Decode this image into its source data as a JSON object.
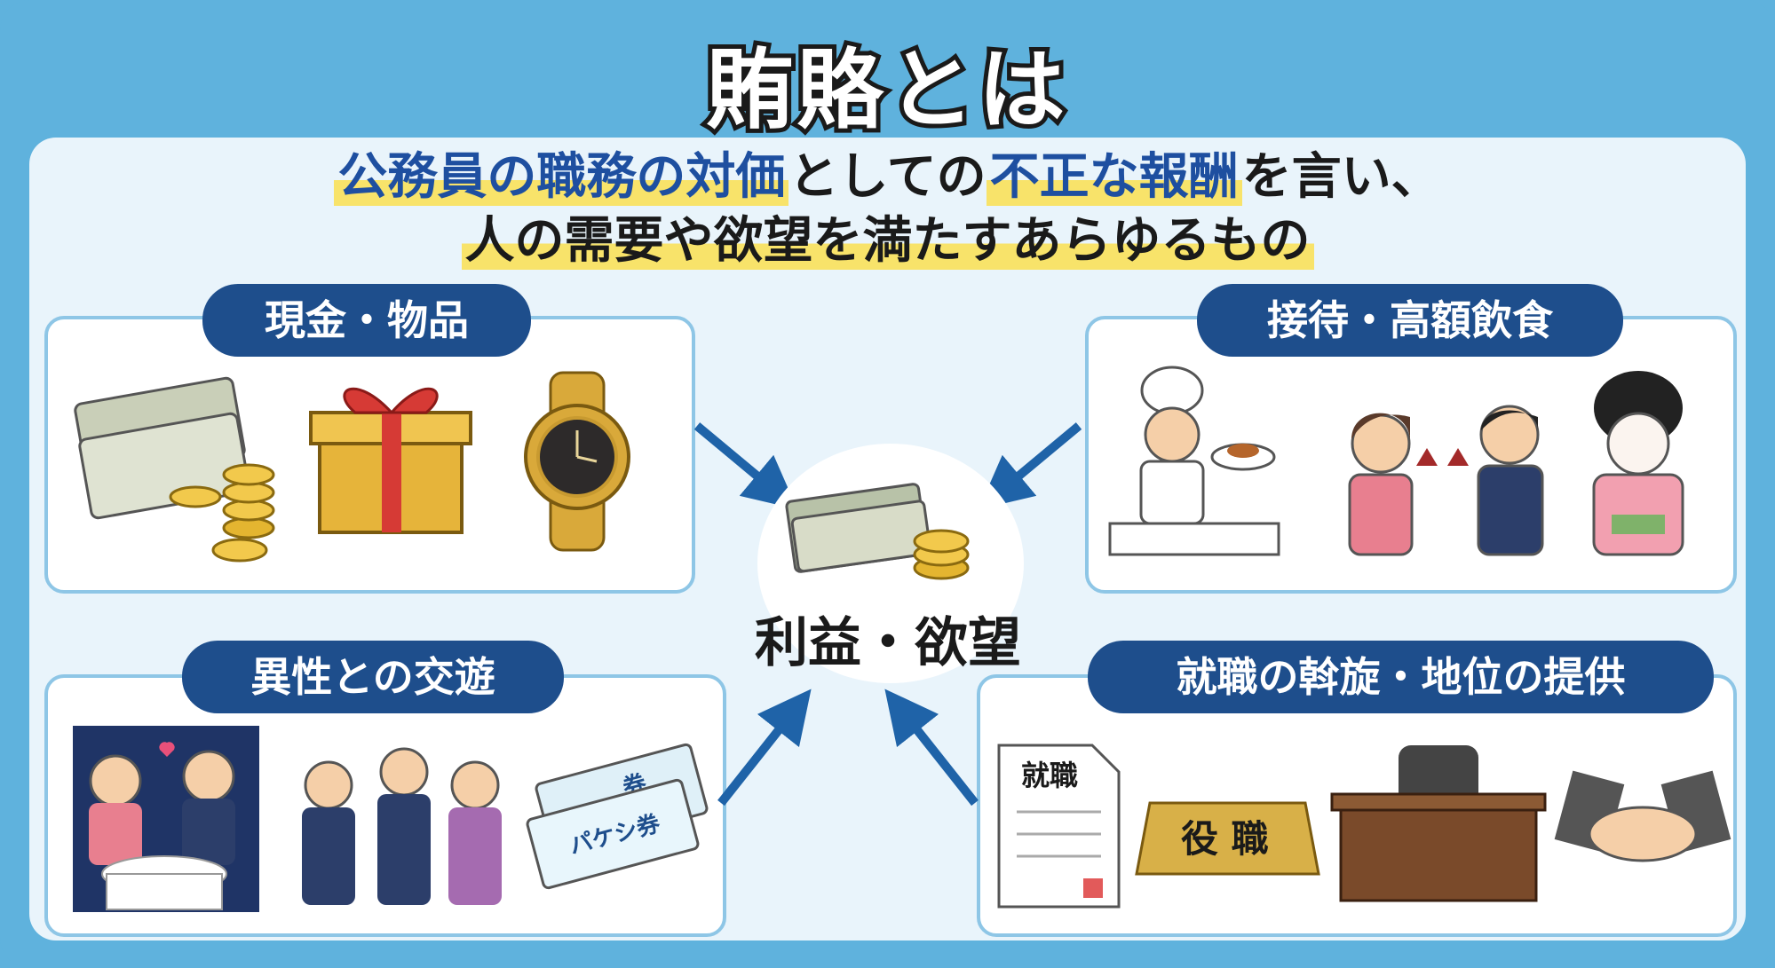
{
  "title": "賄賂とは",
  "definition": {
    "line1_hl1": "公務員の職務の対価",
    "line1_mid": "としての",
    "line1_hl2": "不正な報酬",
    "line1_end": "を言い、",
    "line2": "人の需要や欲望を満たすあらゆるもの"
  },
  "categories": {
    "top_left": "現金・物品",
    "top_right": "接待・高額飲食",
    "bottom_left": "異性との交遊",
    "bottom_right": "就職の斡旋・地位の提供"
  },
  "center": {
    "label": "利益・欲望"
  },
  "illustrations": {
    "ticket_front": "パケシ券",
    "ticket_back": "券",
    "document": "就職",
    "nameplate": "役 職"
  },
  "colors": {
    "frame": "#5fb2dd",
    "panel": "#e9f4fb",
    "pill": "#1e4e8c",
    "highlight": "#f8e36a",
    "arrow": "#1f63a8"
  }
}
